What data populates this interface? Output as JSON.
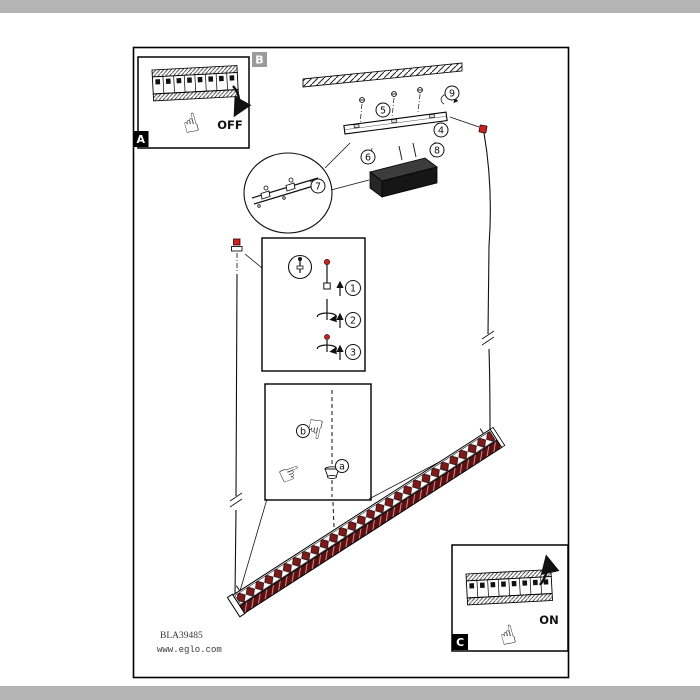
{
  "document": {
    "frame_labels": {
      "a": "A",
      "b": "B",
      "c": "C"
    },
    "switch": {
      "off": "OFF",
      "on": "ON"
    },
    "callouts": {
      "n1": "1",
      "n2": "2",
      "n3": "3",
      "n4": "4",
      "n5": "5",
      "n6": "6",
      "n7": "7",
      "n8": "8",
      "n9": "9",
      "la": "a",
      "lb": "b"
    },
    "footer": {
      "model": "BLA39485",
      "website": "www.eglo.com"
    },
    "icons": {
      "hand_up": "☝",
      "hand_down": "☟",
      "hand_right": "☞"
    },
    "colors": {
      "accent_red": "#cc2222",
      "led_dark": "#7c1a1a",
      "background": "#b4b4b4",
      "paper": "#ffffff"
    }
  }
}
